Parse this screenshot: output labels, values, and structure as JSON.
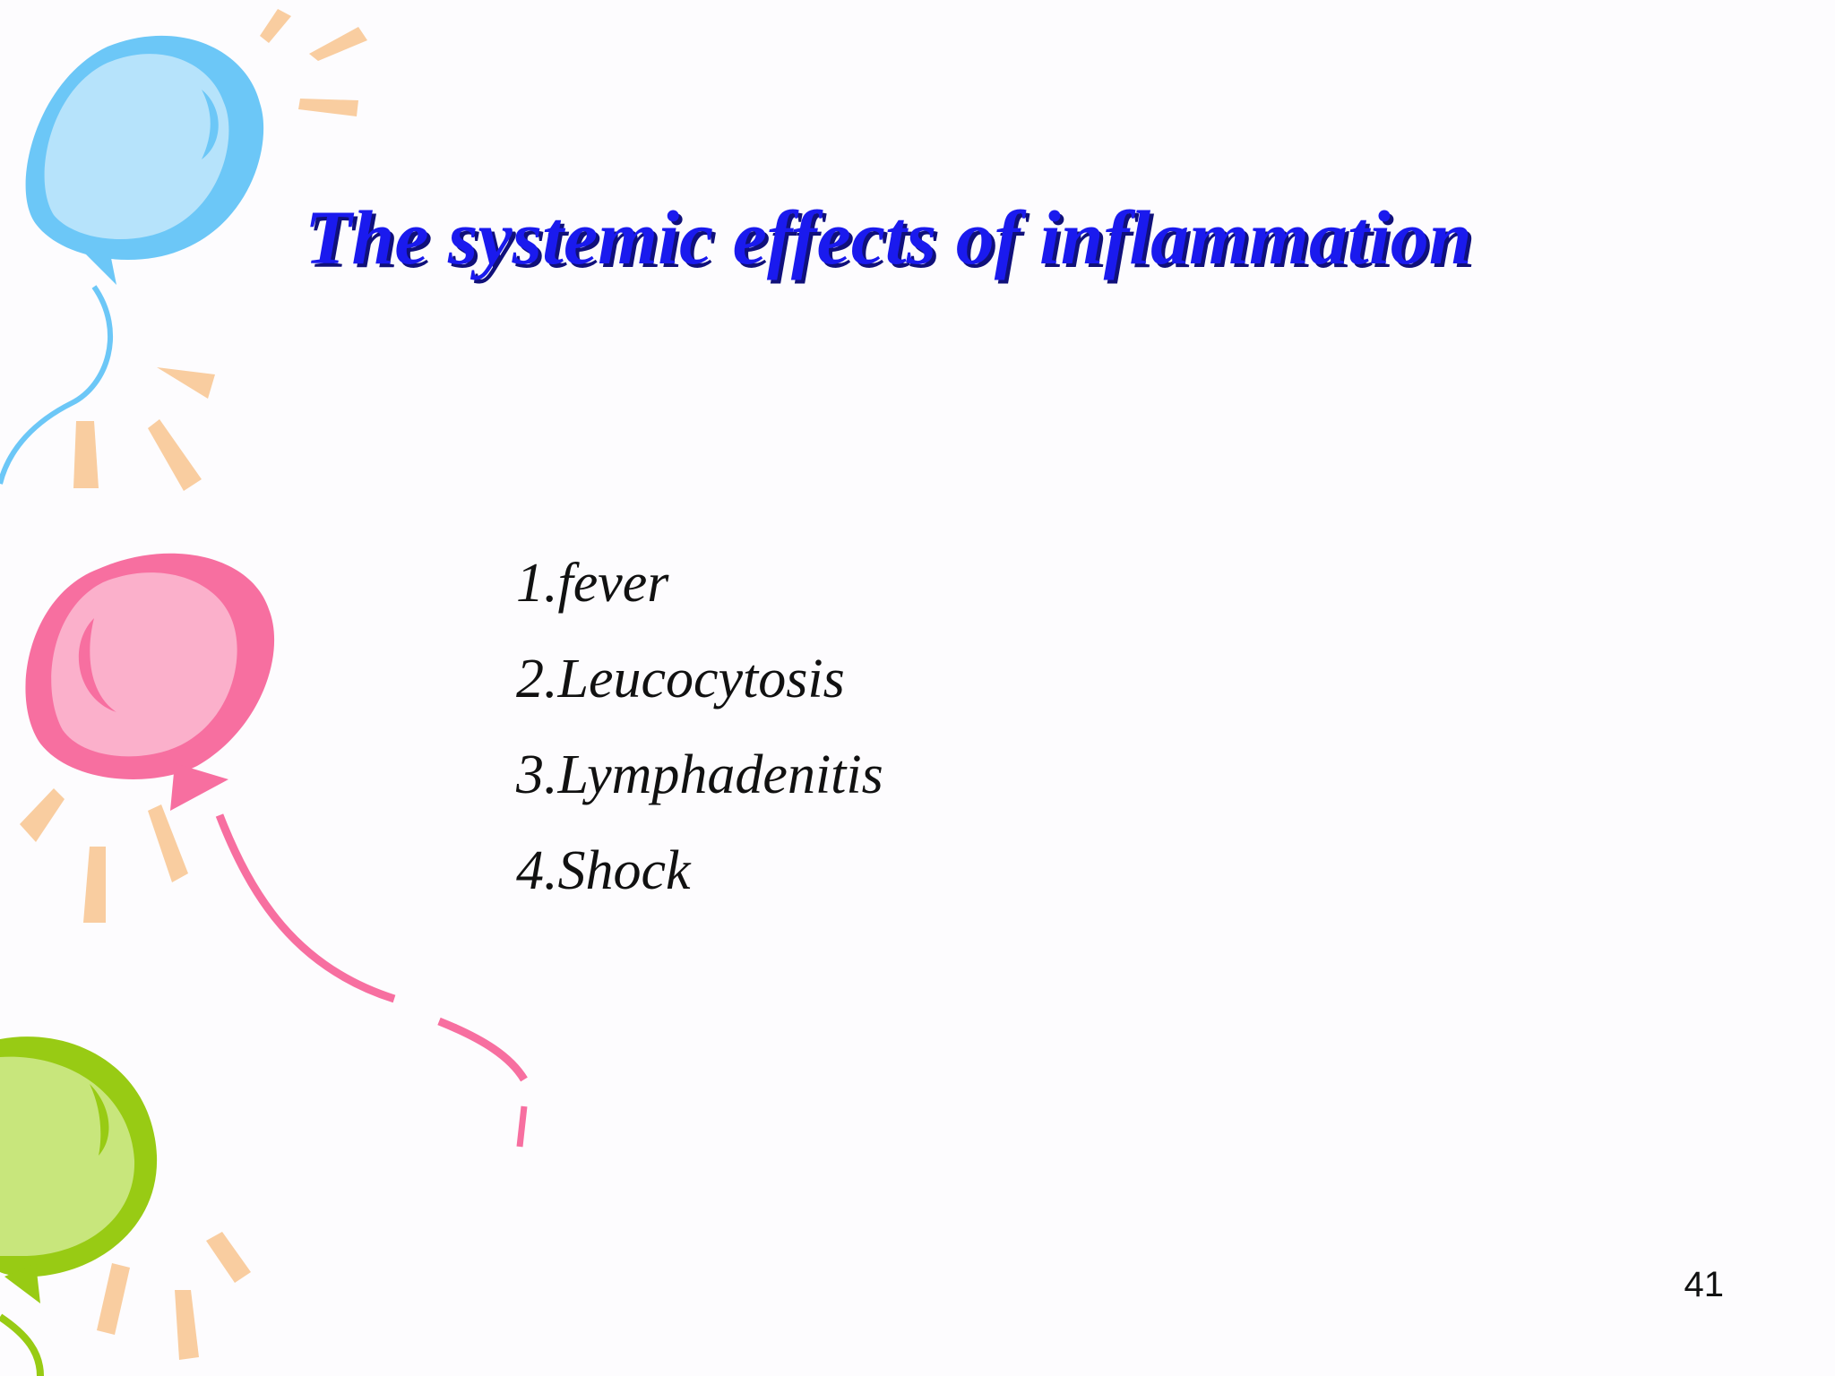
{
  "slide": {
    "title": "The systemic effects of inflammation",
    "items": [
      "1.fever",
      "2.Leucocytosis",
      "3.Lymphadenitis",
      "4.Shock"
    ],
    "page_number": "41"
  },
  "decorations": {
    "balloons": [
      {
        "name": "blue-balloon-icon",
        "color": "#6cc7f7",
        "highlight": "#b6e3fb"
      },
      {
        "name": "pink-balloon-icon",
        "color": "#f76fa0",
        "highlight": "#fbb0cb"
      },
      {
        "name": "green-balloon-icon",
        "color": "#98cb14",
        "highlight": "#c8e67c"
      }
    ],
    "sparkle_color": "#f9cda0"
  },
  "colors": {
    "background": "#fdfcfe",
    "title": "#1a1aee",
    "title_shadow": "#10107a",
    "body_text": "#111111"
  }
}
